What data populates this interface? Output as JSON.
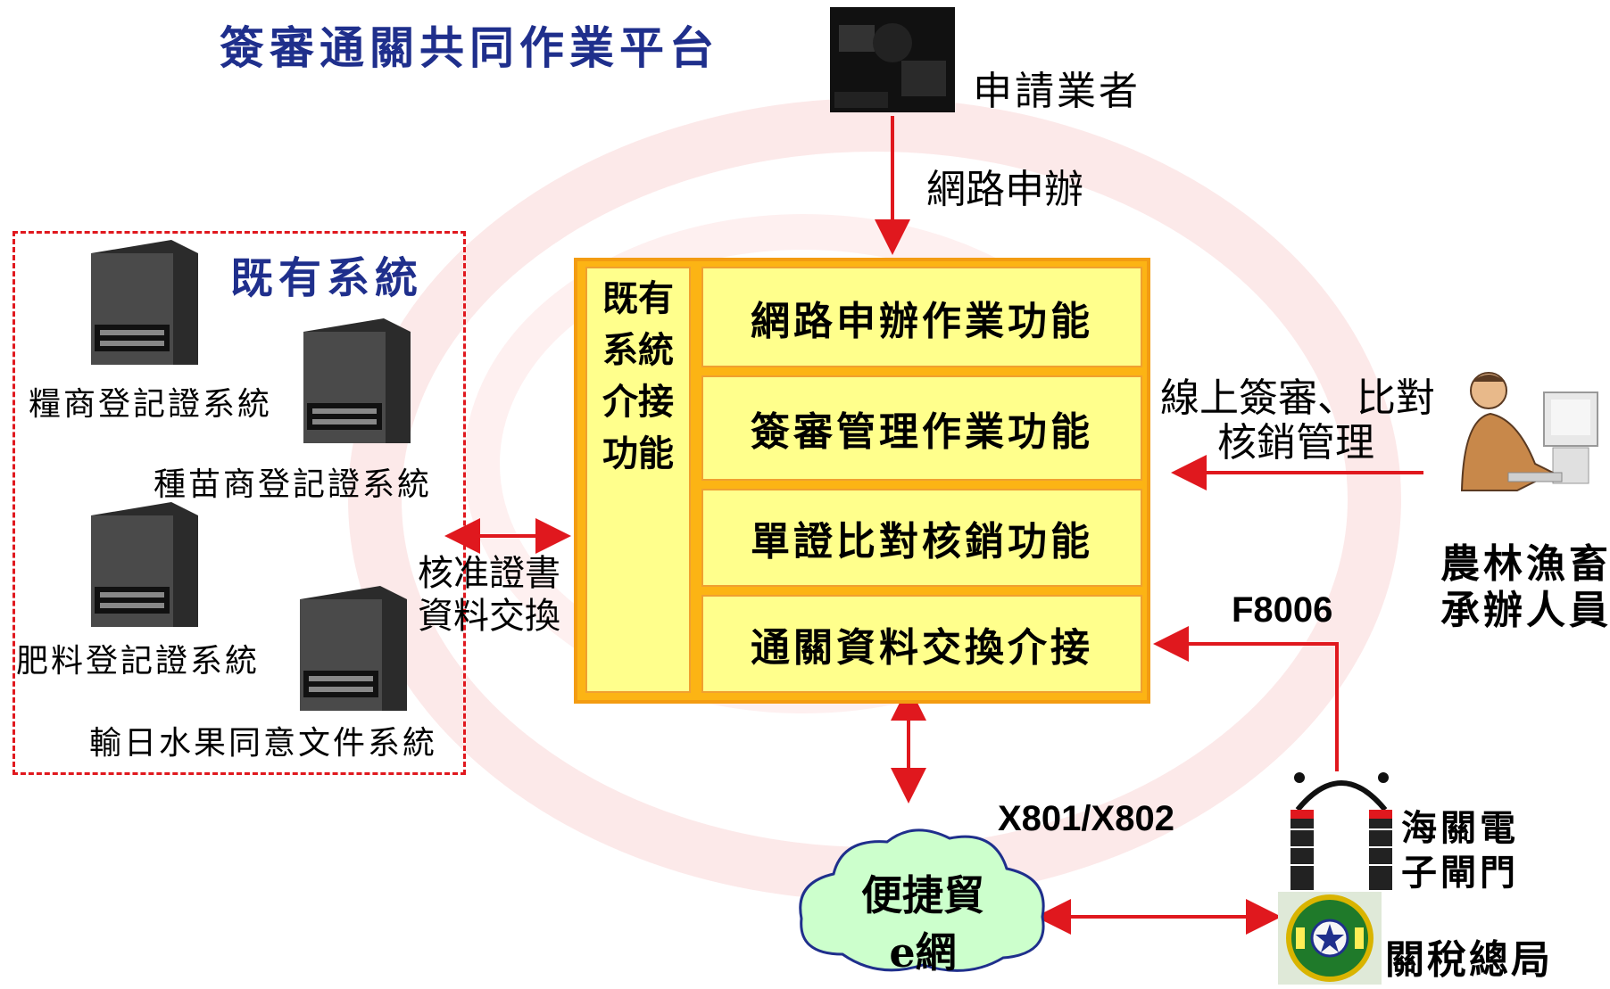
{
  "title": "簽審通關共同作業平台",
  "applicant": {
    "label": "申請業者",
    "arrow_label": "網路申辦"
  },
  "existing_systems": {
    "title": "既有系統",
    "items": [
      "糧商登記證系統",
      "種苗商登記證系統",
      "肥料登記證系統",
      "輸日水果同意文件系統"
    ]
  },
  "exchange_label": [
    "核准證書",
    "資料交換"
  ],
  "platform": {
    "column": "既有系統介接功能",
    "functions": [
      "網路申辦作業功能",
      "簽審管理作業功能",
      "單證比對核銷功能",
      "通關資料交換介接"
    ]
  },
  "officer": {
    "arrow_label": [
      "線上簽審、比對",
      "核銷管理"
    ],
    "label": [
      "農林漁畜",
      "承辦人員"
    ]
  },
  "f8006": "F8006",
  "x801": "X801/X802",
  "cloud": [
    "便捷貿",
    "e網"
  ],
  "gate_label": [
    "海關電",
    "子閘門"
  ],
  "customs_label": "關稅總局",
  "colors": {
    "title": "#1f2f8c",
    "arrow": "#e0181e",
    "platform_border": "#f39c12",
    "cell": "#ffff8c",
    "cloud": "#ccffcc"
  }
}
